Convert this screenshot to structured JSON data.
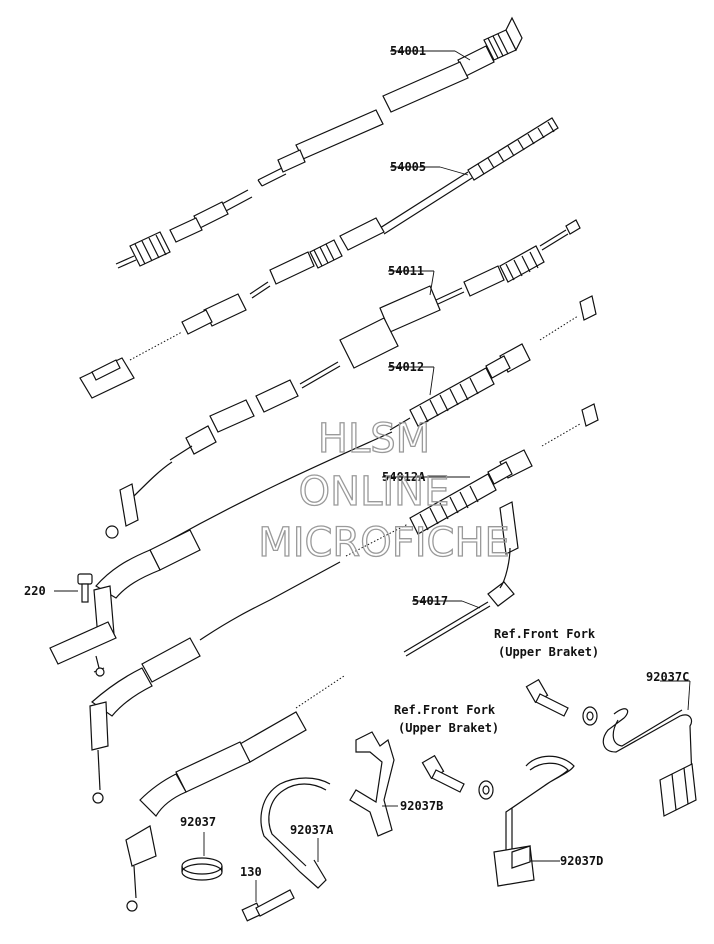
{
  "labels": {
    "p54001": "54001",
    "p54005": "54005",
    "p54011": "54011",
    "p54012": "54012",
    "p54012A": "54012A",
    "p54017": "54017",
    "p220": "220",
    "p92037": "92037",
    "p92037A": "92037A",
    "p92037B": "92037B",
    "p92037C": "92037C",
    "p92037D": "92037D",
    "p130": "130"
  },
  "references": {
    "ref1_line1": "Ref.Front Fork",
    "ref1_line2": "(Upper Braket)",
    "ref2_line1": "Ref.Front Fork",
    "ref2_line2": "(Upper Braket)"
  },
  "watermark": {
    "line1": "HLSM",
    "line2": "ONLINE",
    "line3": "MICROFICHE"
  }
}
